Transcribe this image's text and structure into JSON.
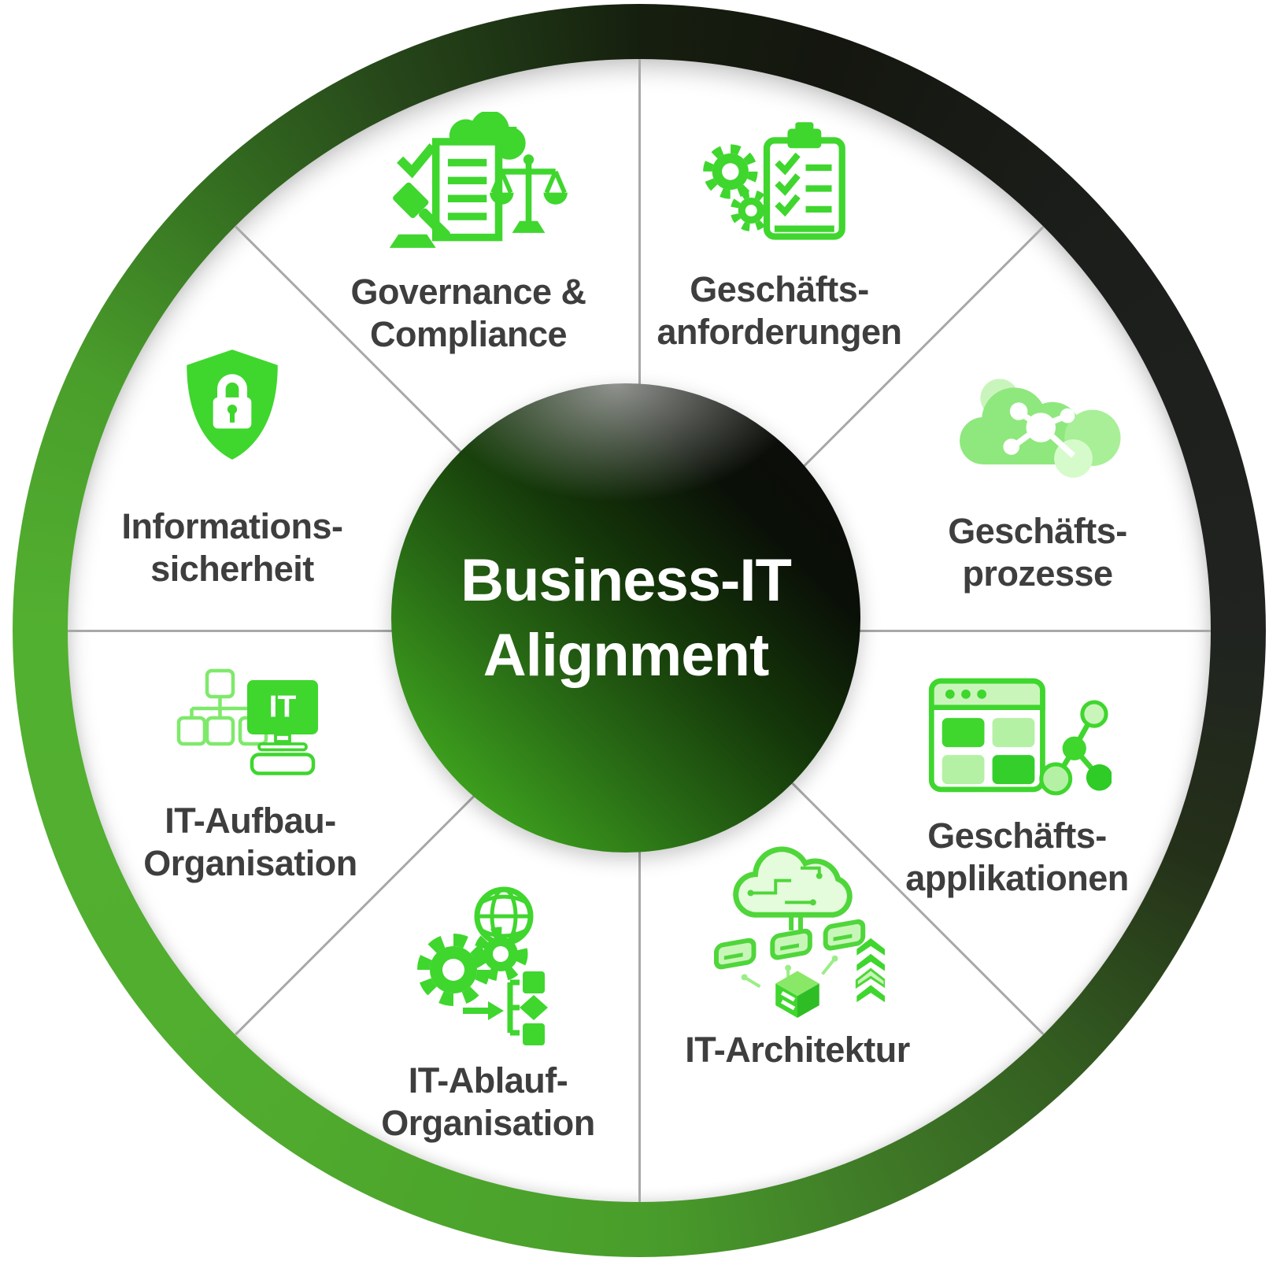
{
  "center": {
    "label": "Business-IT\nAlignment"
  },
  "segments": [
    {
      "name": "governance-compliance",
      "label": "Governance &\nCompliance",
      "icon": "law-scales-document-icon"
    },
    {
      "name": "geschaeftsanforderungen",
      "label": "Geschäfts-\nanforderungen",
      "icon": "clipboard-gears-icon"
    },
    {
      "name": "geschaeftsprozesse",
      "label": "Geschäfts-\nprozesse",
      "icon": "cloud-network-icon"
    },
    {
      "name": "geschaeftsapplikationen",
      "label": "Geschäfts-\napplikationen",
      "icon": "app-window-graph-icon"
    },
    {
      "name": "it-architektur",
      "label": "IT-Architektur",
      "icon": "cloud-servers-icon"
    },
    {
      "name": "it-ablauf-organisation",
      "label": "IT-Ablauf-\nOrganisation",
      "icon": "gears-flowchart-globe-icon"
    },
    {
      "name": "it-aufbau-organisation",
      "label": "IT-Aufbau-\nOrganisation",
      "icon": "org-chart-it-monitor-icon",
      "icon_text": "IT"
    },
    {
      "name": "informationssicherheit",
      "label": "Informations-\nsicherheit",
      "icon": "shield-lock-icon"
    }
  ],
  "colors": {
    "icon_green": "#3fd62e",
    "light_green": "#a8ef97",
    "pale_green": "#c9f5ba",
    "ring_green": "#52b030",
    "ring_dark": "#161f0f",
    "center_green": "#45b520",
    "center_black": "#0d0d0d",
    "label_text": "#3e3e3e",
    "divider_gray": "#a8a8a8",
    "center_text": "#ffffff"
  }
}
